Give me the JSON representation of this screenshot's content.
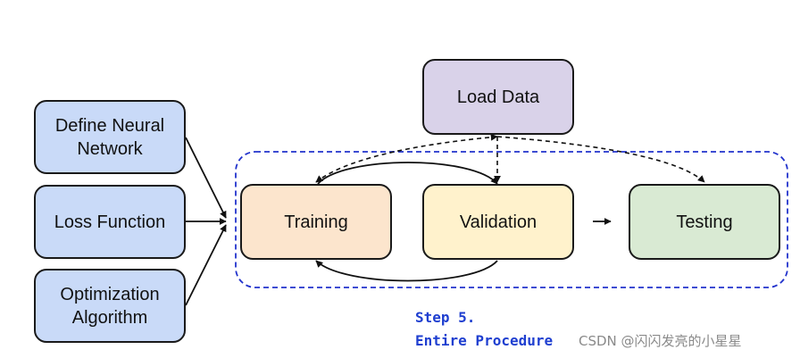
{
  "nodes": {
    "define_network": "Define Neural\nNetwork",
    "loss_function": "Loss Function",
    "optimization": "Optimization\nAlgorithm",
    "load_data": "Load Data",
    "training": "Training",
    "validation": "Validation",
    "testing": "Testing"
  },
  "caption": {
    "line1": "Step 5.",
    "line2": "Entire Procedure"
  },
  "watermark": "CSDN @闪闪发亮的小星星",
  "colors": {
    "inputs_fill": "#c9daf8",
    "load_data_fill": "#d9d2e9",
    "training_fill": "#fce5cd",
    "validation_fill": "#fff2cc",
    "testing_fill": "#d9ead3",
    "procedure_border": "#2233cc",
    "caption_text": "#1f3fd0"
  }
}
